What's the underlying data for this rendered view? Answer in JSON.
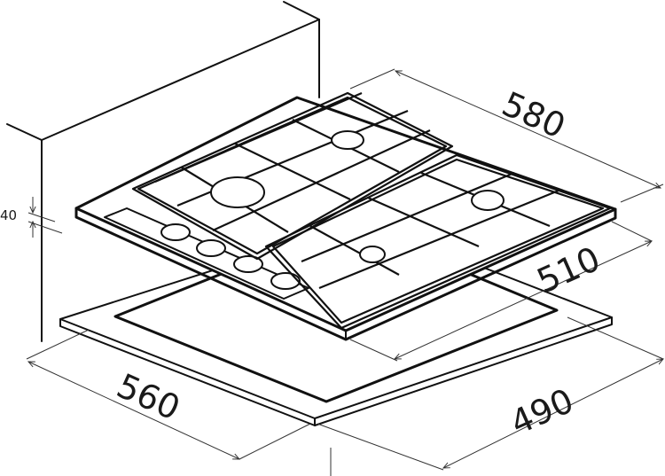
{
  "diagram": {
    "subject": "Built-in gas hob installation dimensions",
    "units": "mm",
    "dimensions": {
      "hob_width": "580",
      "hob_depth": "510",
      "cutout_width": "560",
      "cutout_depth": "490",
      "wall_clearance": "40"
    },
    "burners": 4,
    "knobs": 4,
    "colors": {
      "line": "#111111",
      "background": "#ffffff"
    }
  }
}
